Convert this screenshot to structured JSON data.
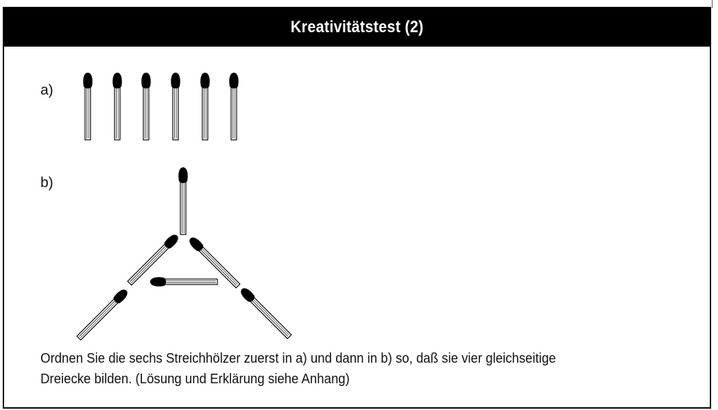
{
  "header": {
    "title": "Kreativitätstest (2)"
  },
  "puzzle": {
    "label_a": "a)",
    "label_b": "b)",
    "match_count_a": 6,
    "match_count_b": 6
  },
  "instructions": {
    "line1": "Ordnen Sie die sechs Streichhölzer zuerst in a) und dann in b) so, daß sie vier gleichseitige",
    "line2": "Dreiecke bilden. (Lösung und Erklärung siehe Anhang)"
  },
  "colors": {
    "header_bg": "#000000",
    "header_text": "#ffffff",
    "match_head": "#000000",
    "match_stick": "#ffffff"
  }
}
